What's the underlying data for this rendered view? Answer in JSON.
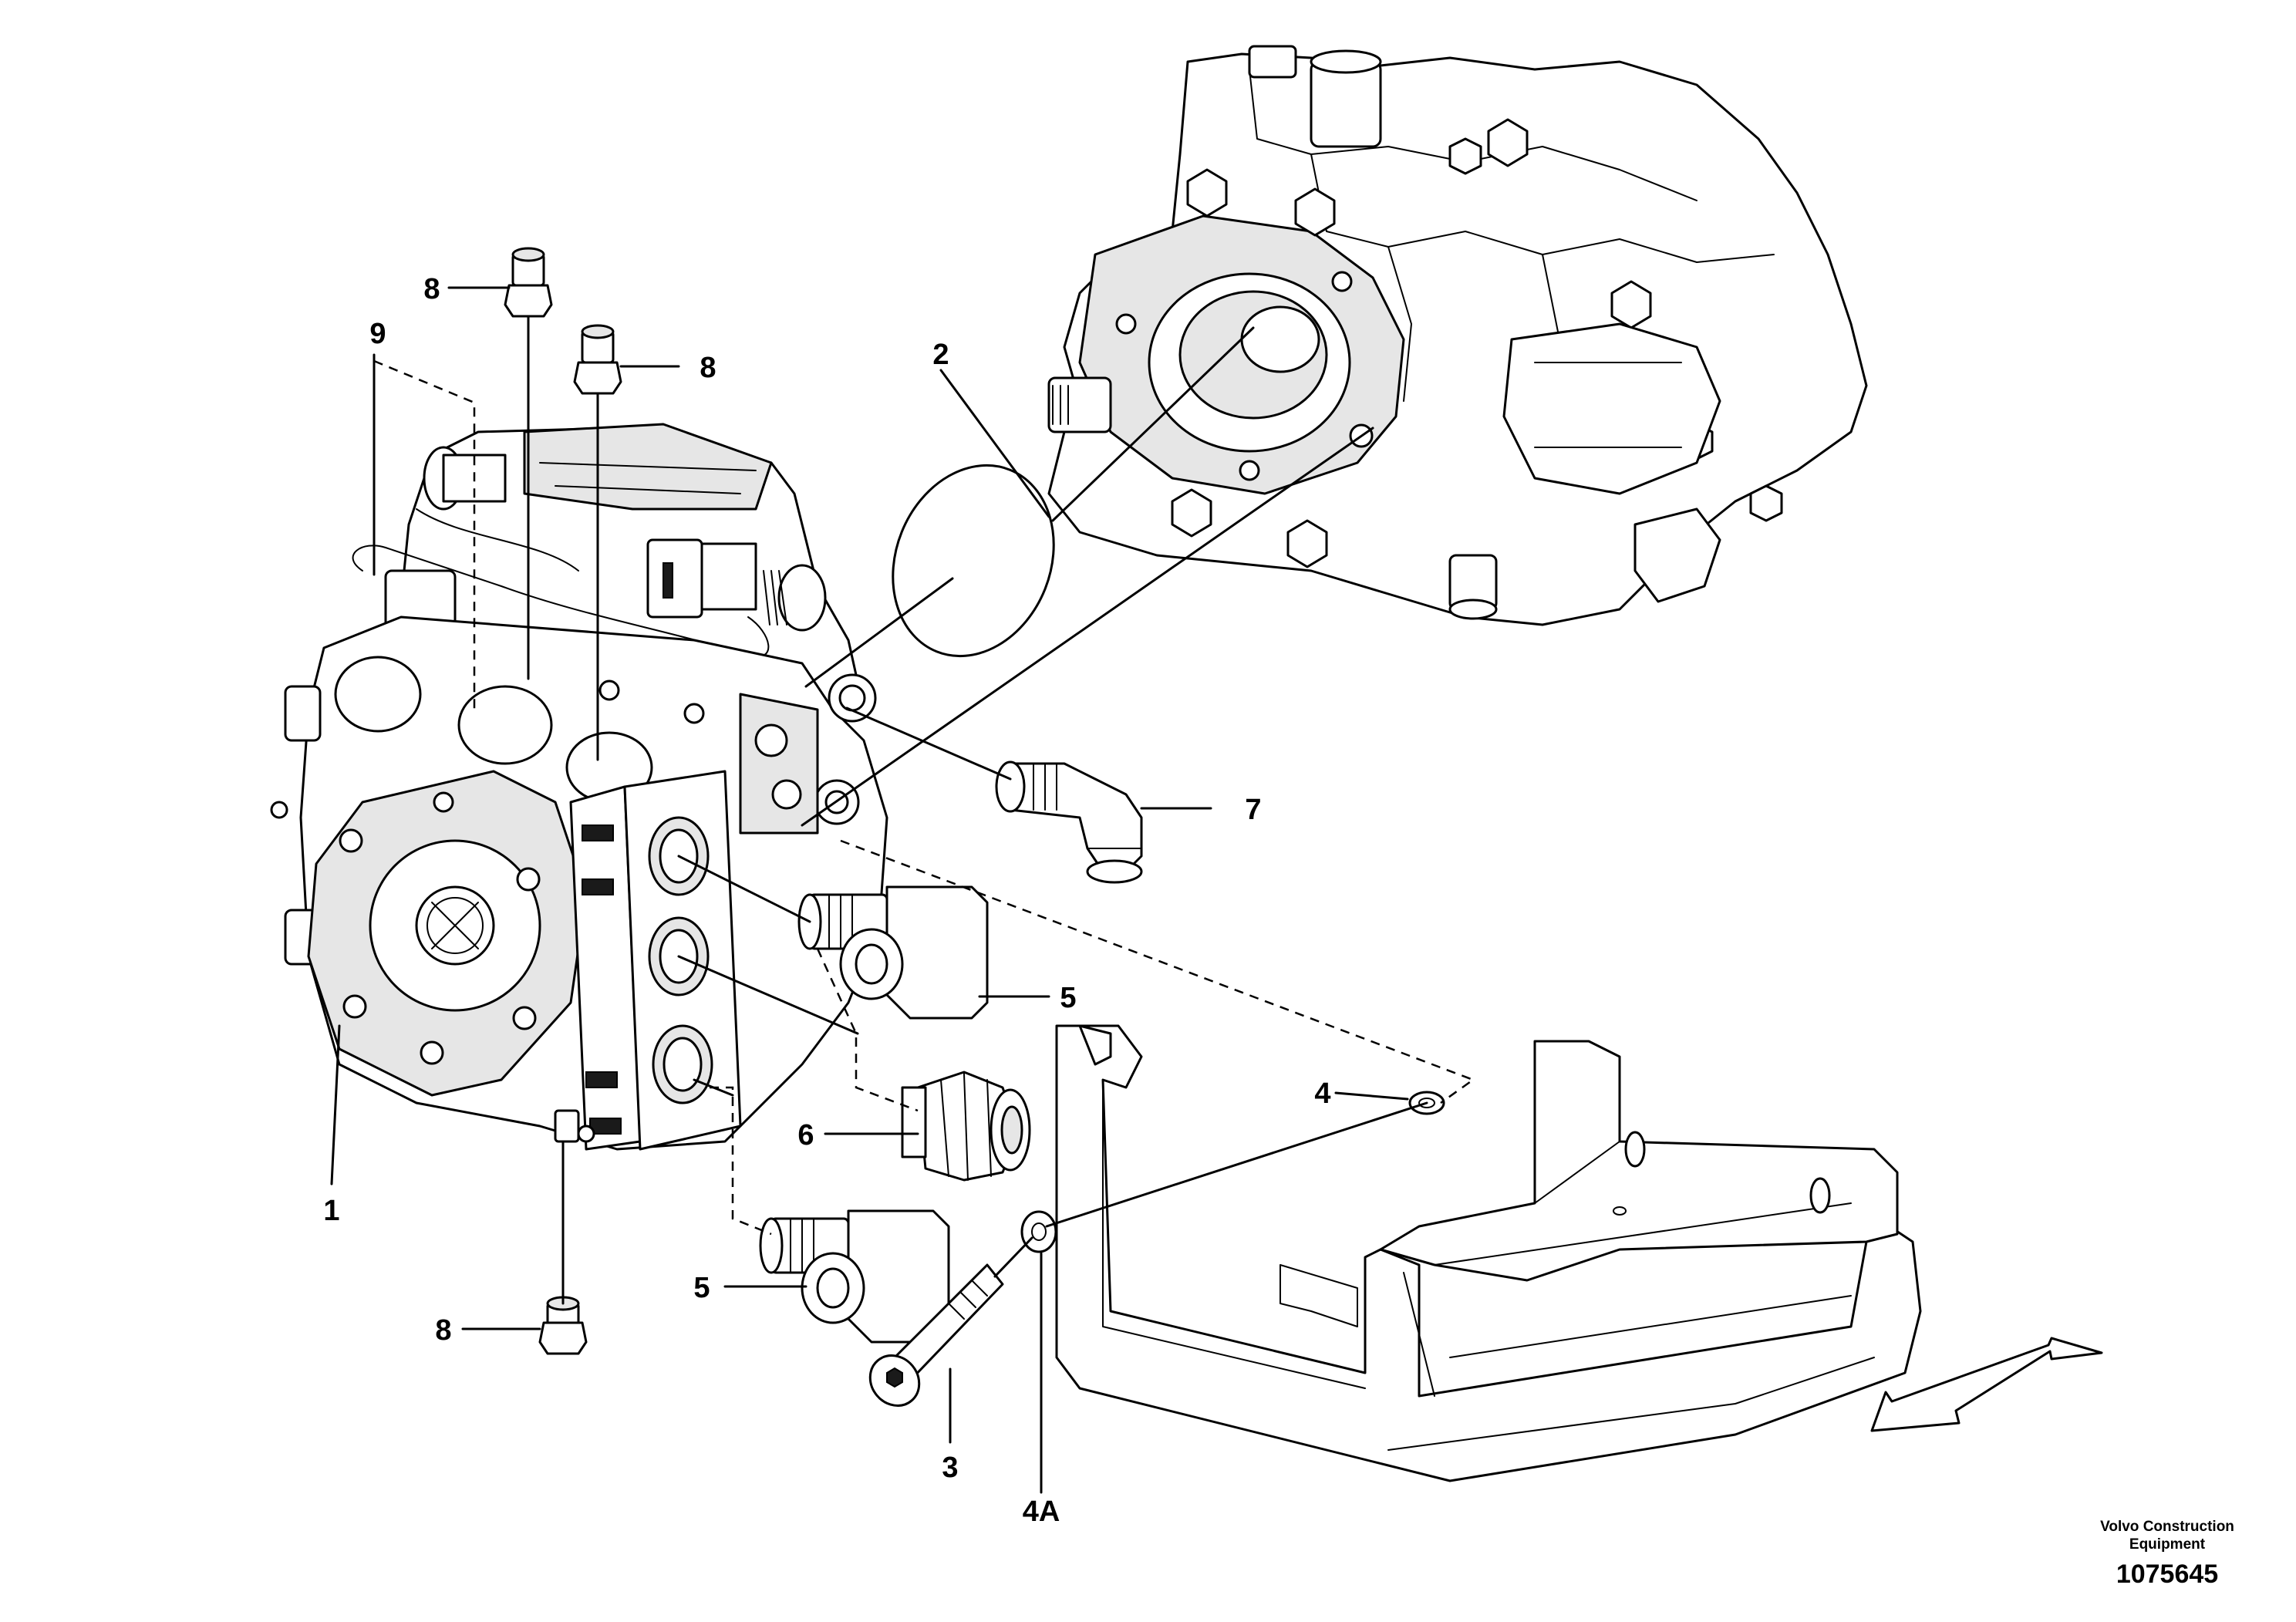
{
  "callouts": {
    "c1": "1",
    "c2": "2",
    "c3": "3",
    "c4": "4",
    "c4a": "4A",
    "c5a": "5",
    "c5b": "5",
    "c6": "6",
    "c7": "7",
    "c8a": "8",
    "c8b": "8",
    "c8c": "8",
    "c9": "9"
  },
  "footer": {
    "brand_line1": "Volvo Construction",
    "brand_line2": "Equipment",
    "doc_number": "1075645"
  },
  "icons": {
    "direction_arrow": "forward-direction-arrow-icon"
  }
}
